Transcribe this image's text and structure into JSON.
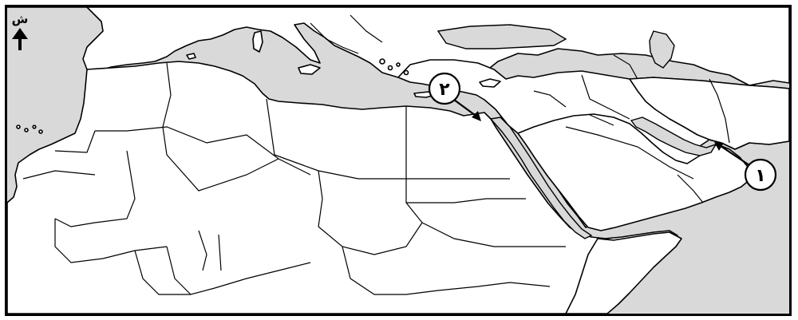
{
  "map": {
    "north_label": "ش",
    "markers": [
      {
        "id": "1",
        "label": "١"
      },
      {
        "id": "2",
        "label": "٢"
      }
    ],
    "colors": {
      "water": "#d9d9d9",
      "land": "#ffffff",
      "outline": "#000000"
    }
  }
}
